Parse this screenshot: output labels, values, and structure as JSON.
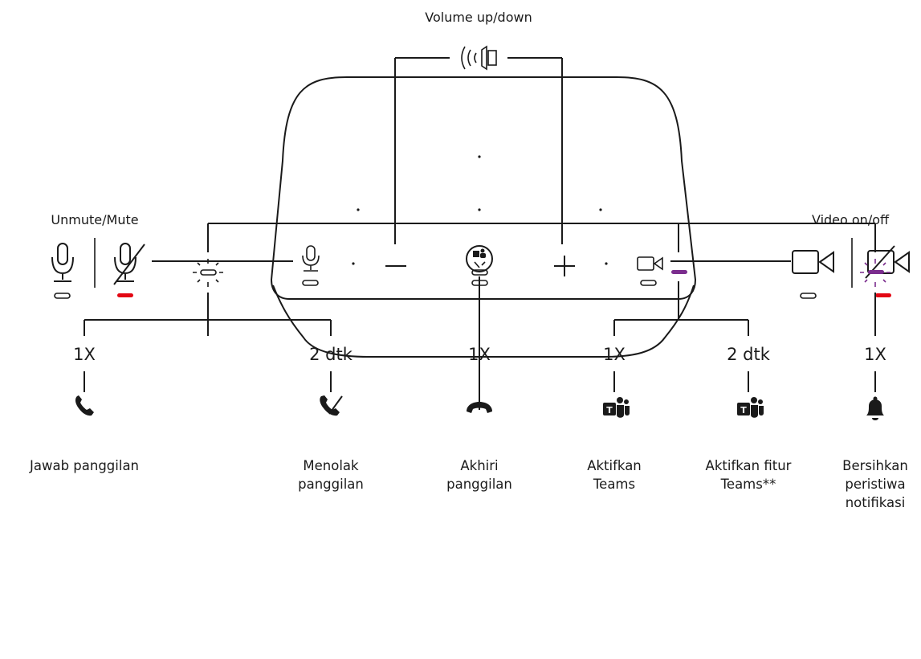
{
  "labels": {
    "volume": "Volume up/down",
    "mute": "Unmute/Mute",
    "video": "Video on/off"
  },
  "counts": [
    "1X",
    "2 dtk",
    "1X",
    "1X",
    "2 dtk",
    "1X"
  ],
  "actions": [
    {
      "lines": [
        "Jawab panggilan"
      ],
      "icon": "phone-answer-icon"
    },
    {
      "lines": [
        "Menolak",
        "panggilan"
      ],
      "icon": "phone-decline-icon"
    },
    {
      "lines": [
        "Akhiri",
        "panggilan"
      ],
      "icon": "phone-hangup-icon"
    },
    {
      "lines": [
        "Aktifkan",
        "Teams"
      ],
      "icon": "teams-icon"
    },
    {
      "lines": [
        "Aktifkan fitur",
        "Teams**"
      ],
      "icon": "teams-icon"
    },
    {
      "lines": [
        "Bersihkan",
        "peristiwa",
        "notifikasi"
      ],
      "icon": "bell-icon"
    }
  ],
  "colors": {
    "line": "#1a1a1a",
    "led_off": "#ffffff",
    "led_red": "#e30613",
    "led_purple": "#7b2d8e"
  }
}
